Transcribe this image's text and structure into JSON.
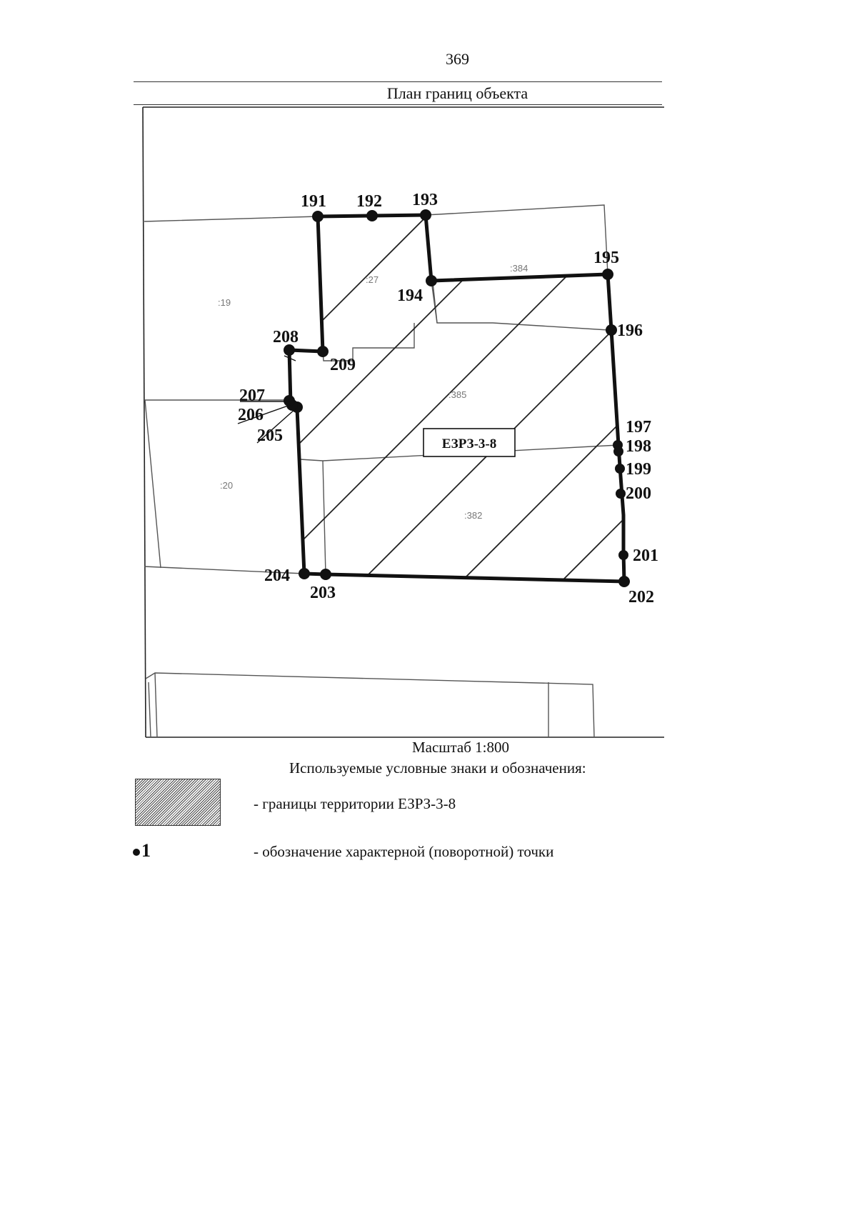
{
  "page_number": "369",
  "plan_title": "План границ объекта",
  "map": {
    "zone_label": "ЕЗРЗ-3-8",
    "parcel_labels": [
      ":19",
      ":27",
      ":384",
      ":385",
      ":20",
      ":382"
    ],
    "points": [
      "191",
      "192",
      "193",
      "194",
      "195",
      "196",
      "197",
      "198",
      "199",
      "200",
      "201",
      "202",
      "203",
      "204",
      "205",
      "206",
      "207",
      "208",
      "209"
    ]
  },
  "scale": "Масштаб 1:800",
  "legend": {
    "heading": "Используемые условные знаки и обозначения:",
    "zone_boundary_text": "- границы территории ЕЗРЗ-3-8",
    "point_symbol_label": "1",
    "point_text": "- обозначение характерной (поворотной) точки"
  }
}
